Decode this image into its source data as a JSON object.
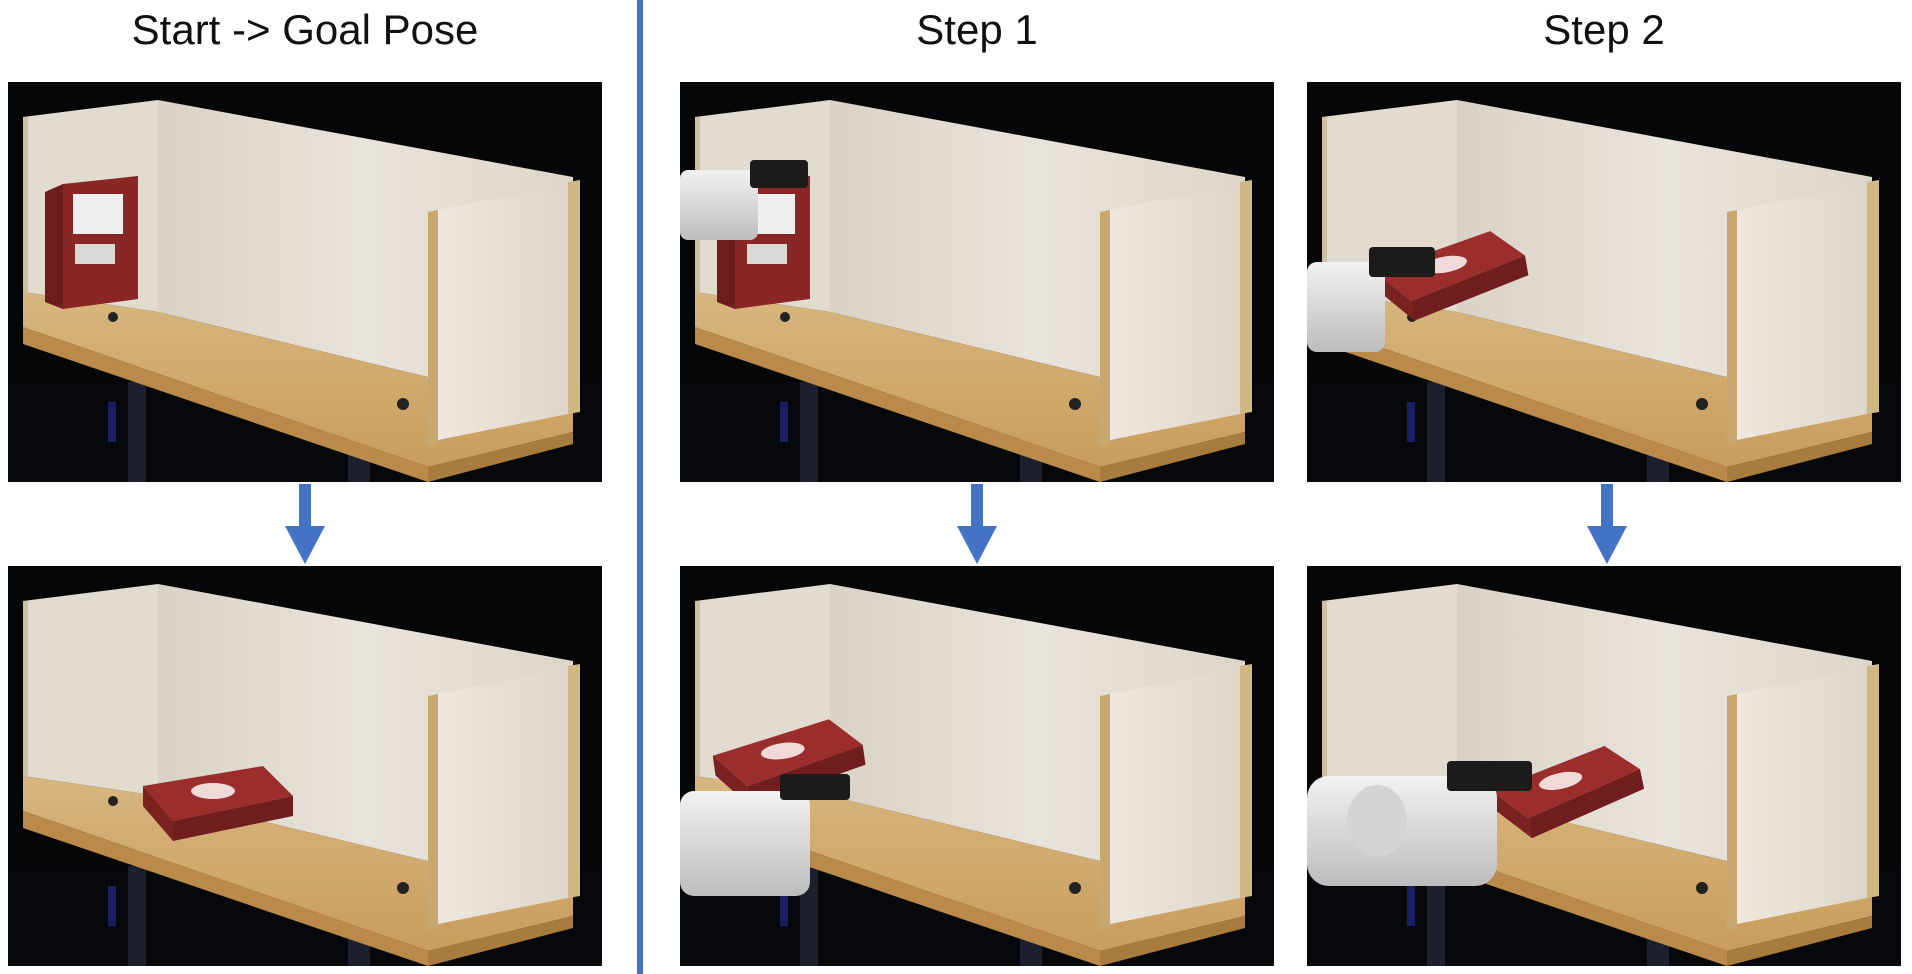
{
  "titles": {
    "start_goal": "Start -> Goal Pose",
    "step1": "Step 1",
    "step2": "Step 2"
  },
  "colors": {
    "divider": "#4472c4",
    "arrow": "#4472c4",
    "wood_back": "#e7e1d8",
    "wood_board": "#d8b074",
    "box_red": "#8e2a2a"
  },
  "panels": [
    {
      "column": "start_goal",
      "row": "start",
      "gripper_visible": false,
      "box_pose": "upright-left-corner"
    },
    {
      "column": "start_goal",
      "row": "goal",
      "gripper_visible": false,
      "box_pose": "lying-flat-center"
    },
    {
      "column": "step1",
      "row": "start",
      "gripper_visible": true,
      "box_pose": "upright-left-corner"
    },
    {
      "column": "step1",
      "row": "end",
      "gripper_visible": true,
      "box_pose": "tipped-on-side"
    },
    {
      "column": "step2",
      "row": "start",
      "gripper_visible": true,
      "box_pose": "tipped-on-side"
    },
    {
      "column": "step2",
      "row": "end",
      "gripper_visible": true,
      "box_pose": "pushed-forward"
    }
  ]
}
